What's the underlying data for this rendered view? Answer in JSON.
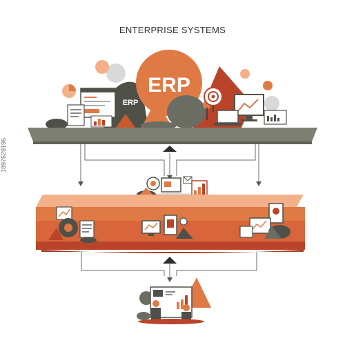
{
  "diagram": {
    "title": "ENTERPRISE SYSTEMS",
    "hub_label": "ERP",
    "secondary_label": "ERP",
    "watermark_id": "1897629196"
  },
  "colors": {
    "orange": "#e07a45",
    "orange_dark": "#c85a2e",
    "red": "#b9442a",
    "gray_dark": "#555a52",
    "gray_platform": "#7d7f72",
    "peach": "#f3b089",
    "text": "#2e2e2e"
  }
}
